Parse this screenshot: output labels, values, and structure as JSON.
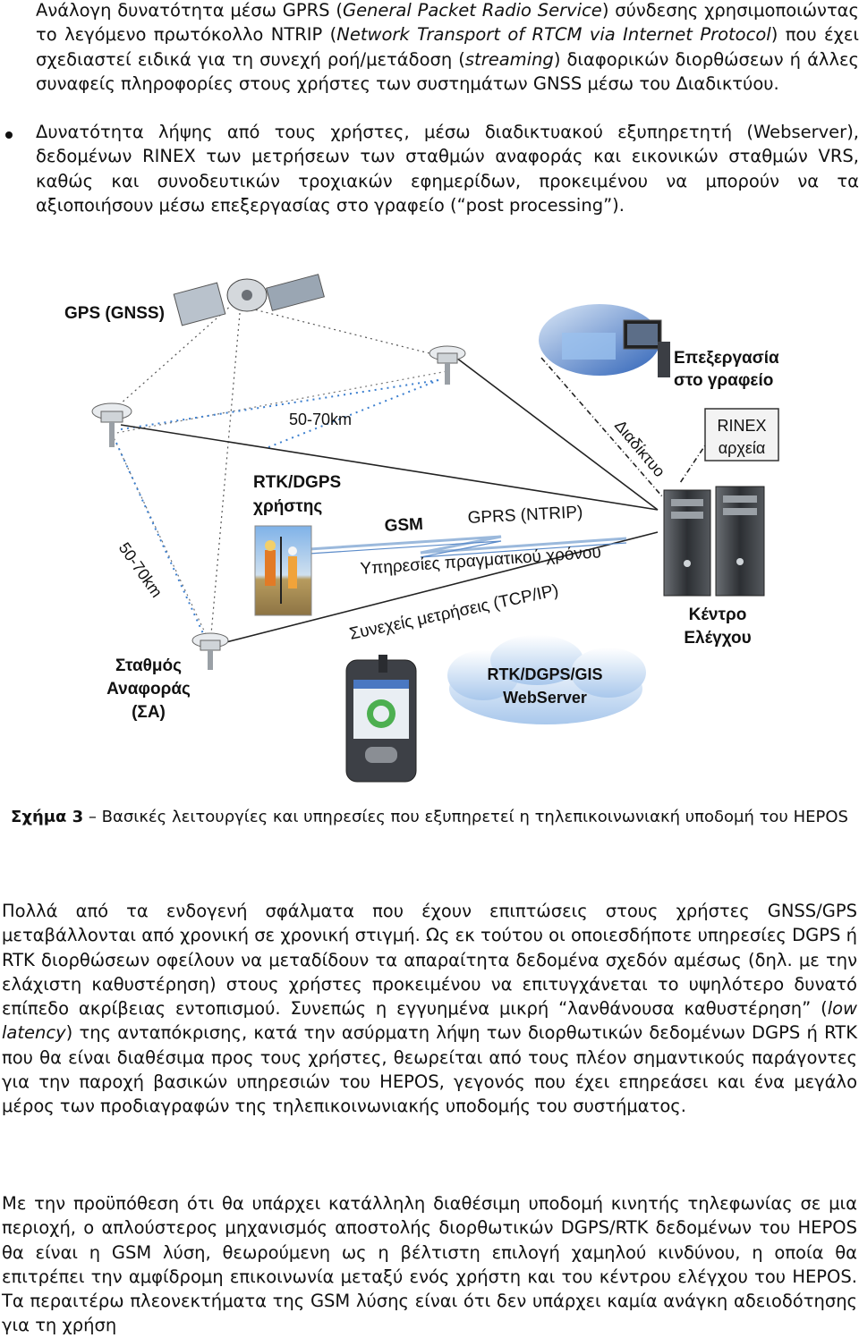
{
  "bullets": [
    {
      "prefix": "Ανάλογη δυνατότητα μέσω GPRS (",
      "em1": "General Packet Radio Service",
      "mid": ") σύνδεσης χρησιμοποιώντας το λεγόμενο πρωτόκολλο NTRIP (",
      "em2": "Network Transport of RTCM via Internet Protocol",
      "mid2": ") που έχει σχεδιαστεί ειδικά για τη συνεχή ροή/μετάδοση (",
      "em3": "streaming",
      "suffix": ") διαφορικών διορθώσεων ή άλλες συναφείς πληροφορίες στους χρήστες των συστημάτων GNSS μέσω του Διαδικτύου."
    },
    {
      "text": "Δυνατότητα λήψης από τους χρήστες, μέσω διαδικτυακού εξυπηρετητή (Webserver), δεδομένων RINEX των μετρήσεων των σταθμών αναφοράς και εικονικών σταθμών VRS, καθώς και συνοδευτικών τροχιακών εφημερίδων, προκειμένου να μπορούν να τα αξιοποιήσουν μέσω επεξεργασίας στο γραφείο (“post processing”)."
    }
  ],
  "figure": {
    "gps_label": "GPS (GNSS)",
    "distance_top": "50-70km",
    "distance_left": "50-70km",
    "rtk_user": [
      "RTK/DGPS",
      "χρήστης"
    ],
    "gsm": "GSM",
    "gprs": "GPRS (NTRIP)",
    "realtime": "Υπηρεσίες πραγματικού χρόνου",
    "continuous": "Συνεχείς μετρήσεις (TCP/IP)",
    "station": [
      "Σταθμός",
      "Αναφοράς",
      "(ΣΑ)"
    ],
    "webserver": [
      "RTK/DGPS/GIS",
      "WebServer"
    ],
    "office": [
      "Επεξεργασία",
      "στο γραφείο"
    ],
    "internet": "Διαδίκτυο",
    "rinex": [
      "RINEX",
      "αρχεία"
    ],
    "control": [
      "Κέντρο",
      "Ελέγχου"
    ]
  },
  "caption": {
    "label": "Σχήμα 3",
    "text": " – Βασικές λειτουργίες και υπηρεσίες που εξυπηρετεί η τηλεπικοινωνιακή υποδομή του HEPOS"
  },
  "paragraphs": {
    "p1_a": "Πολλά από τα ενδογενή σφάλματα που έχουν επιπτώσεις στους χρήστες GNSS/GPS μεταβάλλονται από χρονική σε χρονική στιγμή. Ως εκ τούτου οι οποιεσδήποτε υπηρεσίες DGPS ή RTK διορθώσεων οφείλουν να μεταδίδουν τα απαραίτητα δεδομένα σχεδόν αμέσως (δηλ. με την ελάχιστη καθυστέρηση) στους χρήστες προκειμένου να επιτυγχάνεται το υψηλότερο δυνατό επίπεδο ακρίβειας εντοπισμού. Συνεπώς η εγγυημένα μικρή “λανθάνουσα καθυστέρηση” (",
    "p1_em": "low latency",
    "p1_b": ") της ανταπόκρισης, κατά την ασύρματη λήψη των διορθωτικών δεδομένων DGPS ή RTK που θα είναι διαθέσιμα προς τους χρήστες, θεωρείται από τους πλέον σημαντικούς παράγοντες για την παροχή βασικών υπηρεσιών του HEPOS, γεγονός που έχει επηρεάσει και ένα μεγάλο μέρος των προδιαγραφών της τηλεπικοινωνιακής υποδομής του συστήματος.",
    "p2": "Με την προϋπόθεση ότι θα υπάρχει κατάλληλη διαθέσιμη υποδομή κινητής τηλεφωνίας σε μια περιοχή, ο απλούστερος μηχανισμός αποστολής διορθωτικών DGPS/RTK δεδομένων του HEPOS θα είναι η GSM λύση, θεωρούμενη ως η βέλτιστη επιλογή χαμηλού κινδύνου, η οποία θα επιτρέπει την αμφίδρομη επικοινωνία μεταξύ ενός χρήστη και του κέντρου ελέγχου του HEPOS. Τα περαιτέρω πλεονεκτήματα της GSM λύσης είναι ότι δεν υπάρχει καμία ανάγκη αδειοδότησης για τη χρήση"
  }
}
